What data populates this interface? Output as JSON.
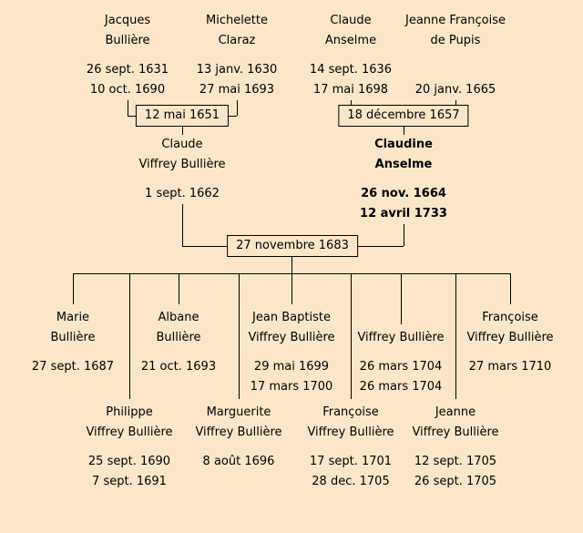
{
  "colors": {
    "background": "#fbe7c8",
    "line": "#000000",
    "text": "#000000"
  },
  "people": {
    "jacques": {
      "line1": "Jacques",
      "line2": "Bullière",
      "date1": "26 sept. 1631",
      "date2": "10 oct. 1690"
    },
    "michelette": {
      "line1": "Michelette",
      "line2": "Claraz",
      "date1": "13 janv. 1630",
      "date2": "27 mai 1693"
    },
    "claude_anselme": {
      "line1": "Claude",
      "line2": "Anselme",
      "date1": "14 sept. 1636",
      "date2": "17 mai 1698"
    },
    "jeanne_de_pupis": {
      "line1": "Jeanne Françoise",
      "line2": "de Pupis",
      "date1": "20 janv. 1665"
    },
    "claude_viffrey": {
      "line1": "Claude",
      "line2": "Viffrey Bullière",
      "date1": "1 sept. 1662"
    },
    "claudine_anselme": {
      "line1": "Claudine",
      "line2": "Anselme",
      "date1": "26 nov. 1664",
      "date2": "12 avril 1733"
    },
    "marie": {
      "line1": "Marie",
      "line2": "Bullière",
      "date1": "27 sept. 1687"
    },
    "albane": {
      "line1": "Albane",
      "line2": "Bullière",
      "date1": "21 oct. 1693"
    },
    "jean_baptiste": {
      "line1": "Jean Baptiste",
      "line2": "Viffrey Bullière",
      "date1": "29 mai 1699",
      "date2": "17 mars 1700"
    },
    "viffrey": {
      "line1": "Viffrey Bullière",
      "date1": "26 mars 1704",
      "date2": "26 mars 1704"
    },
    "francoise_1710": {
      "line1": "Françoise",
      "line2": "Viffrey Bullière",
      "date1": "27 mars 1710"
    },
    "philippe": {
      "line1": "Philippe",
      "line2": "Viffrey Bullière",
      "date1": "25 sept. 1690",
      "date2": "7 sept. 1691"
    },
    "marguerite": {
      "line1": "Marguerite",
      "line2": "Viffrey Bullière",
      "date1": "8 août 1696"
    },
    "francoise_1701": {
      "line1": "Françoise",
      "line2": "Viffrey Bullière",
      "date1": "17 sept. 1701",
      "date2": "28 dec. 1705"
    },
    "jeanne": {
      "line1": "Jeanne",
      "line2": "Viffrey Bullière",
      "date1": "12 sept. 1705",
      "date2": "26 sept. 1705"
    }
  },
  "marriages": {
    "bulliere_claraz": "12 mai 1651",
    "anselme_pupis": "18 décembre 1657",
    "viffrey_anselme": "27 novembre 1683"
  }
}
